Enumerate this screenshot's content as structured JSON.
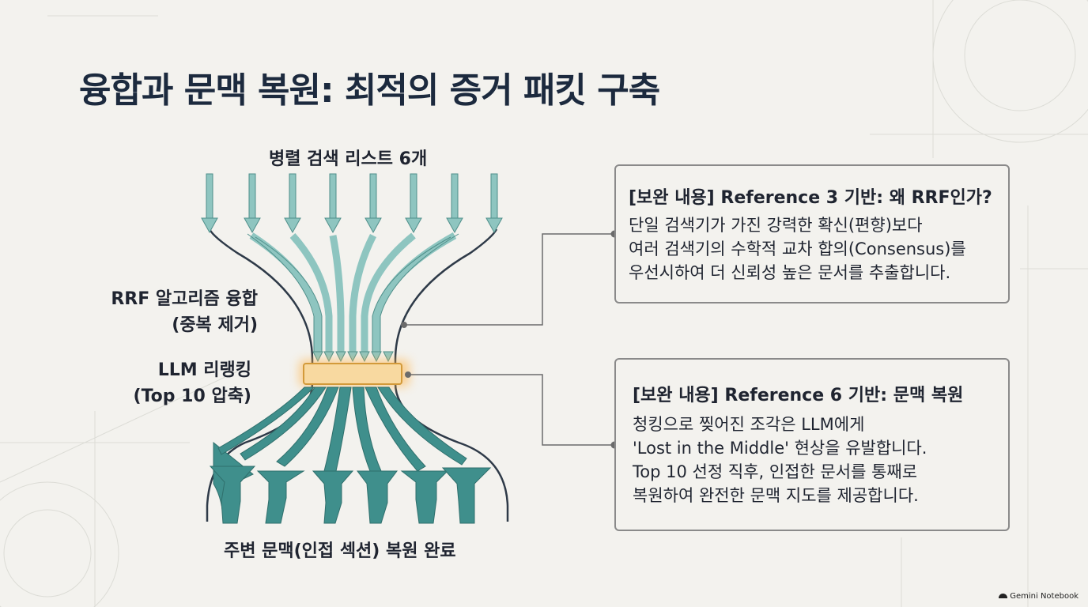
{
  "title": "융합과 문맥 복원: 최적의 증거 패킷 구축",
  "diagram": {
    "top_label": "병렬 검색 리스트 6개",
    "rrf_label_line1": "RRF 알고리즘 융합",
    "rrf_label_line2": "(중복 제거)",
    "llm_label_line1": "LLM 리랭킹",
    "llm_label_line2": "(Top 10 압축)",
    "bottom_label": "주변 문맥(인접 섹션) 복원 완료"
  },
  "boxes": [
    {
      "heading": "[보완 내용] Reference 3 기반: 왜 RRF인가?",
      "lines": [
        "단일 검색기가 가진 강력한 확신(편향)보다",
        "여러 검색기의 수학적 교차 합의(Consensus)를",
        "우선시하여 더 신뢰성 높은 문서를 추출합니다."
      ]
    },
    {
      "heading": "[보완 내용] Reference 6 기반: 문맥 복원",
      "lines": [
        "청킹으로 찢어진 조각은 LLM에게",
        "'Lost in the Middle' 현상을 유발합니다.",
        "Top 10 선정 직후, 인접한 문서를 통째로",
        "복원하여 완전한 문맥 지도를 제공합니다."
      ]
    }
  ],
  "watermark": "Gemini Notebook",
  "colors": {
    "arrow_light": "#8ec5c0",
    "arrow_dark": "#3f8f8c",
    "band": "#f8d9a0",
    "title": "#1c2a3e"
  }
}
